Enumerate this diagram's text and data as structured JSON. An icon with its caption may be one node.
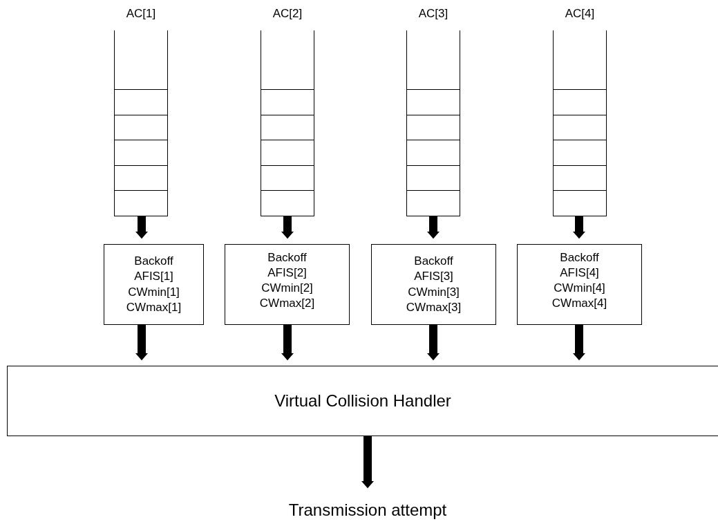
{
  "diagram": {
    "nodes": [
      {
        "text": [
          "AC[1]"
        ]
      },
      {
        "text": [
          "AC[2]"
        ]
      },
      {
        "text": [
          "AC[3]"
        ]
      },
      {
        "text": [
          "AC[4]"
        ]
      },
      {
        "text": [
          "Backoff AFIS[1] CWmin[1] CWmax[1]"
        ]
      },
      {
        "text": [
          "Backoff AFIS[2] CWmin[2] CWmax[2]"
        ]
      },
      {
        "text": [
          "Backoff AFIS[3] CWmin[3] CWmax[3]"
        ]
      },
      {
        "text": [
          "Backoff AFIS[4] CWmin[4] CWmax[4]"
        ]
      },
      {
        "text": [
          "Virtual Collision Handler"
        ]
      },
      {
        "text": [
          "Transmission attempt"
        ]
      }
    ],
    "edges": [
      {
        "from": 0,
        "to": 4,
        "arrow": "to"
      },
      {
        "from": 1,
        "to": 5,
        "arrow": "to"
      },
      {
        "from": 2,
        "to": 6,
        "arrow": "to"
      },
      {
        "from": 3,
        "to": 7,
        "arrow": "to"
      },
      {
        "from": 4,
        "to": 8,
        "arrow": "to"
      },
      {
        "from": 5,
        "to": 8,
        "arrow": "to"
      },
      {
        "from": 6,
        "to": 8,
        "arrow": "to"
      },
      {
        "from": 7,
        "to": 8,
        "arrow": "to"
      },
      {
        "from": 8,
        "to": 9,
        "arrow": "to"
      }
    ]
  }
}
